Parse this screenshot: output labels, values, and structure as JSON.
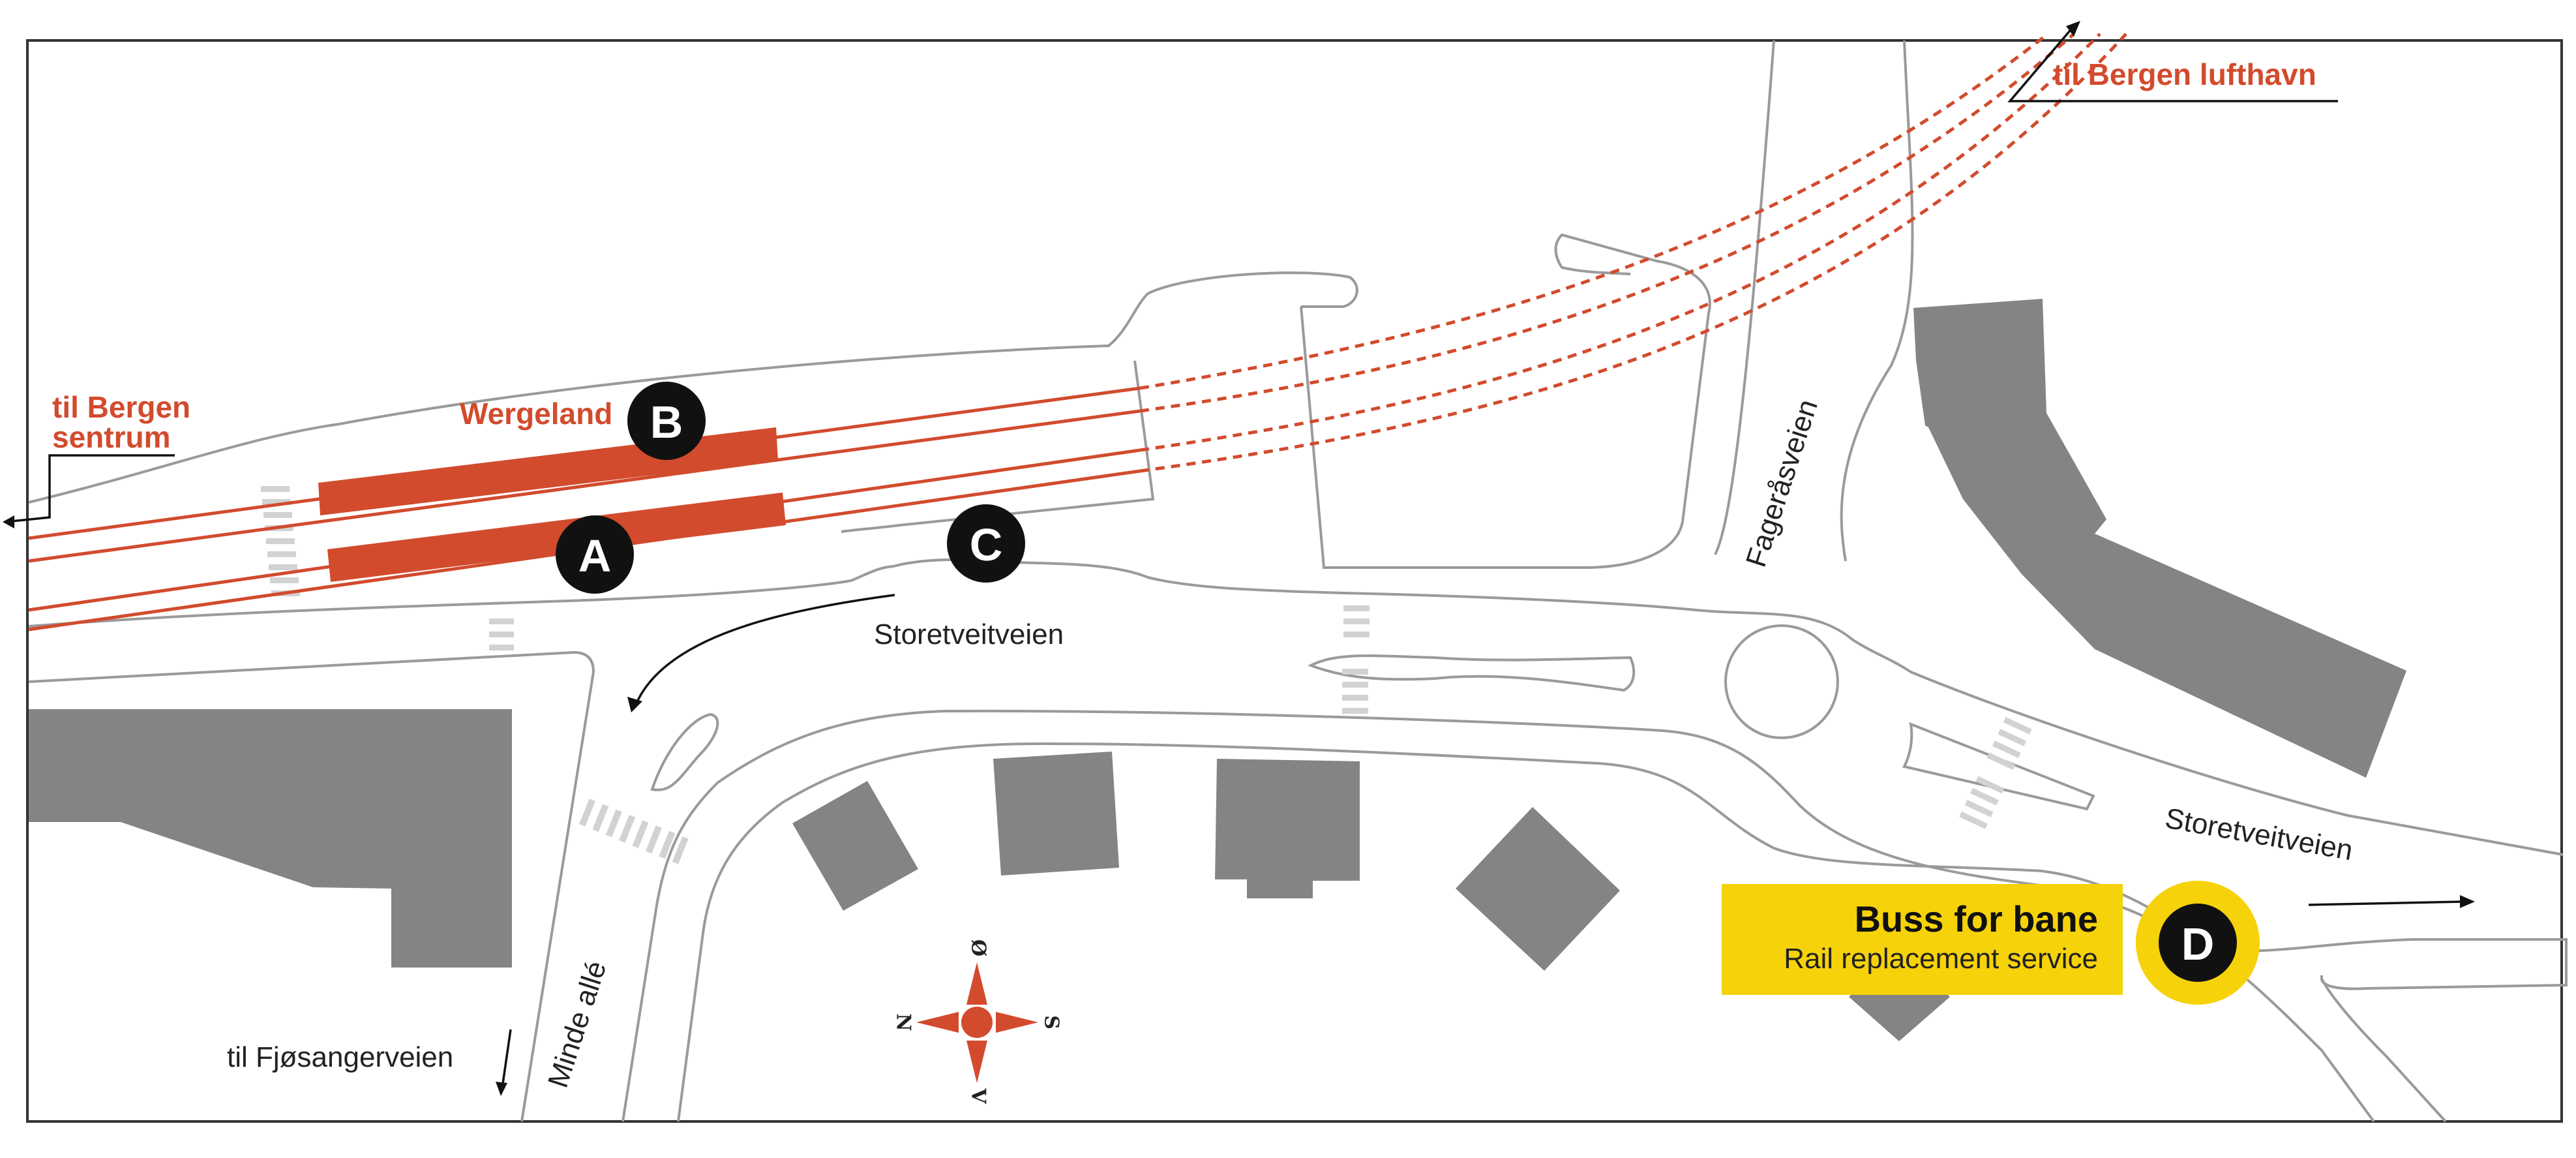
{
  "labels": {
    "station": "Wergeland",
    "to_center_line1": "til Bergen",
    "to_center_line2": "sentrum",
    "to_airport": "til Bergen lufthavn",
    "road_storetveit_west": "Storetveitveien",
    "road_storetveit_east": "Storetveitveien",
    "road_fageraas": "Fageråsveien",
    "road_minde": "Minde allé",
    "to_fjosanger": "til Fjøsangerveien"
  },
  "stops": [
    {
      "id": "A",
      "label": "A"
    },
    {
      "id": "B",
      "label": "B"
    },
    {
      "id": "C",
      "label": "C"
    },
    {
      "id": "D",
      "label": "D"
    }
  ],
  "bus_box": {
    "title": "Buss for bane",
    "subtitle": "Rail replacement  service"
  },
  "compass": {
    "north": "N",
    "east": "Ø",
    "south": "S",
    "west": "V"
  },
  "colors": {
    "rail": "#d24b2d",
    "bus_box": "#f5d20a",
    "building": "#848484",
    "road": "#9a9a9a",
    "stop_marker": "#111111"
  }
}
